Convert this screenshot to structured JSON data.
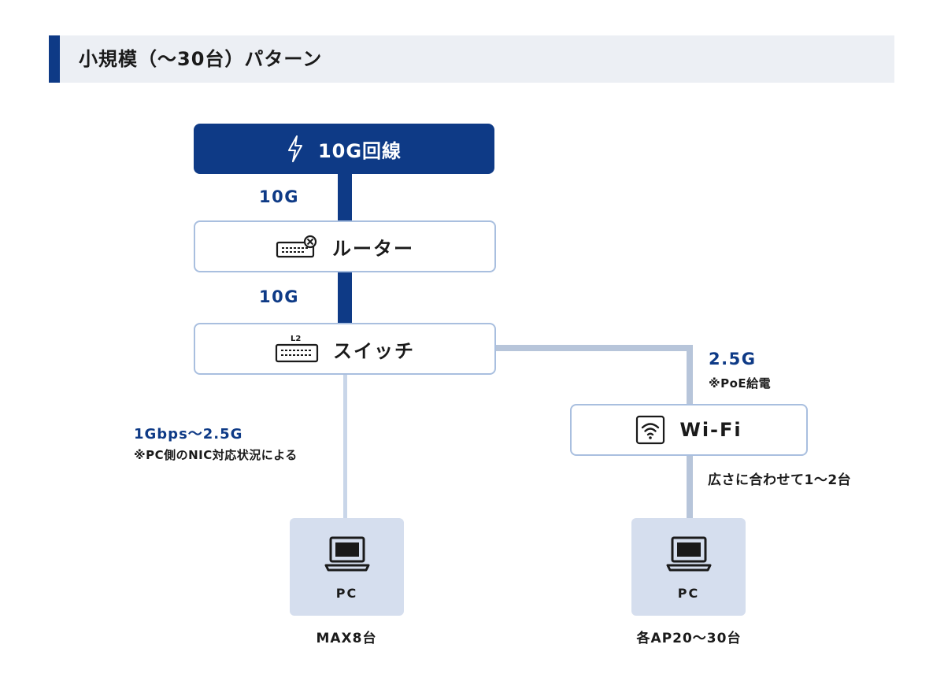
{
  "header": {
    "title": "小規模（〜30台）パターン"
  },
  "nodes": {
    "internet": {
      "label": "10G回線",
      "icon": "lightning-icon"
    },
    "router": {
      "label": "ルーター",
      "icon": "router-icon"
    },
    "switch": {
      "label": "スイッチ",
      "icon": "switch-icon",
      "icon_text": "L2"
    },
    "wifi": {
      "label": "Wi-Fi",
      "icon": "wifi-icon"
    }
  },
  "links": {
    "internet_router": "10G",
    "router_switch": "10G",
    "switch_pc": {
      "speed": "1Gbps〜2.5G",
      "note": "※PC側のNIC対応状況による"
    },
    "switch_wifi": {
      "speed": "2.5G",
      "note": "※PoE給電"
    },
    "wifi_pc": {
      "note": "広さに合わせて1〜2台"
    }
  },
  "endpoints": {
    "wired_pc": {
      "label": "PC",
      "caption": "MAX8台",
      "icon": "laptop-icon"
    },
    "wireless_pc": {
      "label": "PC",
      "caption": "各AP20〜30台",
      "icon": "laptop-icon"
    }
  },
  "colors": {
    "accent": "#0e3a86",
    "box_border": "#a9bfdf",
    "light_line": "#c9d6e9",
    "card_fill": "#d5deee",
    "header_bg": "#eceff4"
  }
}
